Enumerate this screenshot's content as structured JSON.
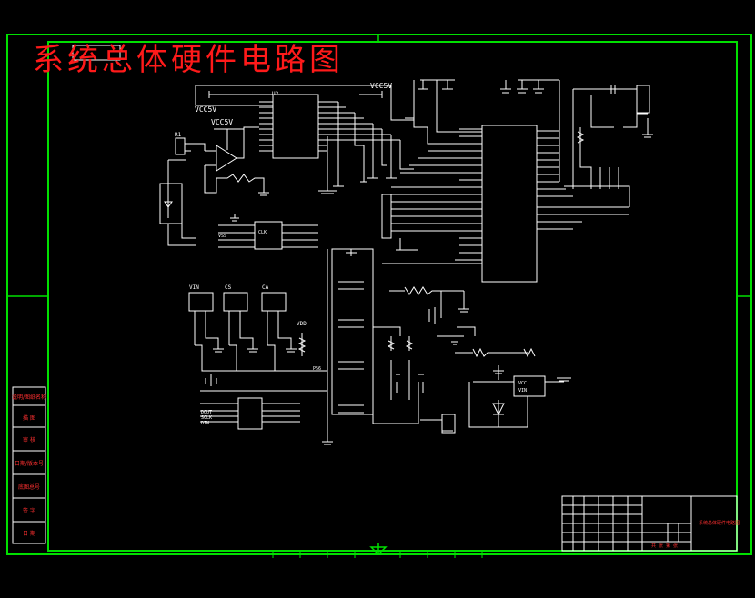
{
  "title": "系统总体硬件电路图",
  "colors": {
    "frame": "#00e000",
    "wire": "#ffffff",
    "accent": "#ff1a1a",
    "background": "#000000"
  },
  "labels": {
    "vcc1": "VCC5V",
    "vcc2": "VCC5V",
    "vcc3": "VCC5V",
    "u2": "U2",
    "vdd": "VDD",
    "r1": "R1",
    "vin": "VIN",
    "cs": "CS",
    "ca": "CA",
    "vin2": "VIN",
    "vcc4": "VCC",
    "vss": "VSS",
    "p56": "P56",
    "dout": "DOUT",
    "sclk": "SCLK",
    "din": "DIN",
    "clk": "CLK"
  },
  "side_block": {
    "rows": [
      "说明/图纸名称",
      "描 图",
      "审 核",
      "日期/版本号",
      "底图总号",
      "签 字",
      "日 期"
    ]
  },
  "title_block": {
    "drawing_name": "系统总体硬件电路图",
    "sheet_info": "共 张 第 张"
  }
}
